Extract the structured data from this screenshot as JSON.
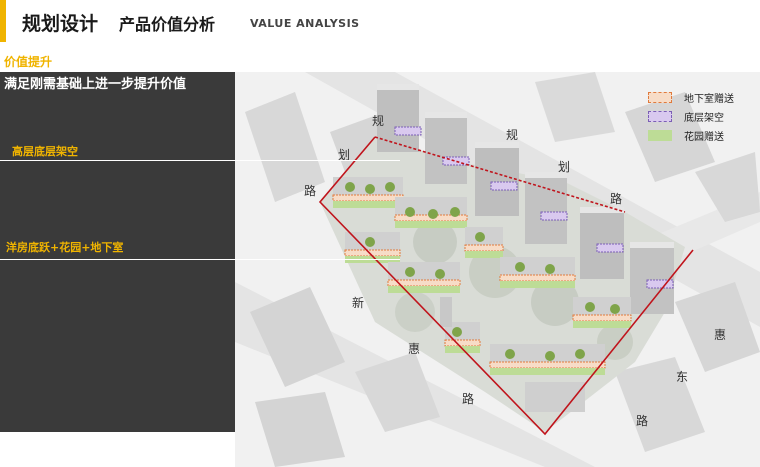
{
  "header": {
    "title": "规划设计",
    "subtitle": "产品价值分析",
    "subtitle_en": "VALUE ANALYSIS"
  },
  "section": {
    "label": "价值提升",
    "headline": "满足刚需基础上进一步提升价值"
  },
  "callouts": [
    "高层底层架空",
    "洋房底跃+花园+地下室"
  ],
  "legend": [
    {
      "label": "地下室赠送",
      "color": "#f7dcc7"
    },
    {
      "label": "底层架空",
      "color": "#d9c9ef"
    },
    {
      "label": "花园赠送",
      "color": "#bddc96"
    }
  ],
  "road_labels": {
    "top": [
      "规",
      "划",
      "路"
    ],
    "top_right": [
      "规",
      "划",
      "路"
    ],
    "bottom_left": [
      "新",
      "惠",
      "路"
    ],
    "right": [
      "惠",
      "东",
      "路"
    ]
  },
  "colors": {
    "accent": "#f0b400",
    "panel": "#3a3a3a",
    "boundary": "#c0141c"
  }
}
